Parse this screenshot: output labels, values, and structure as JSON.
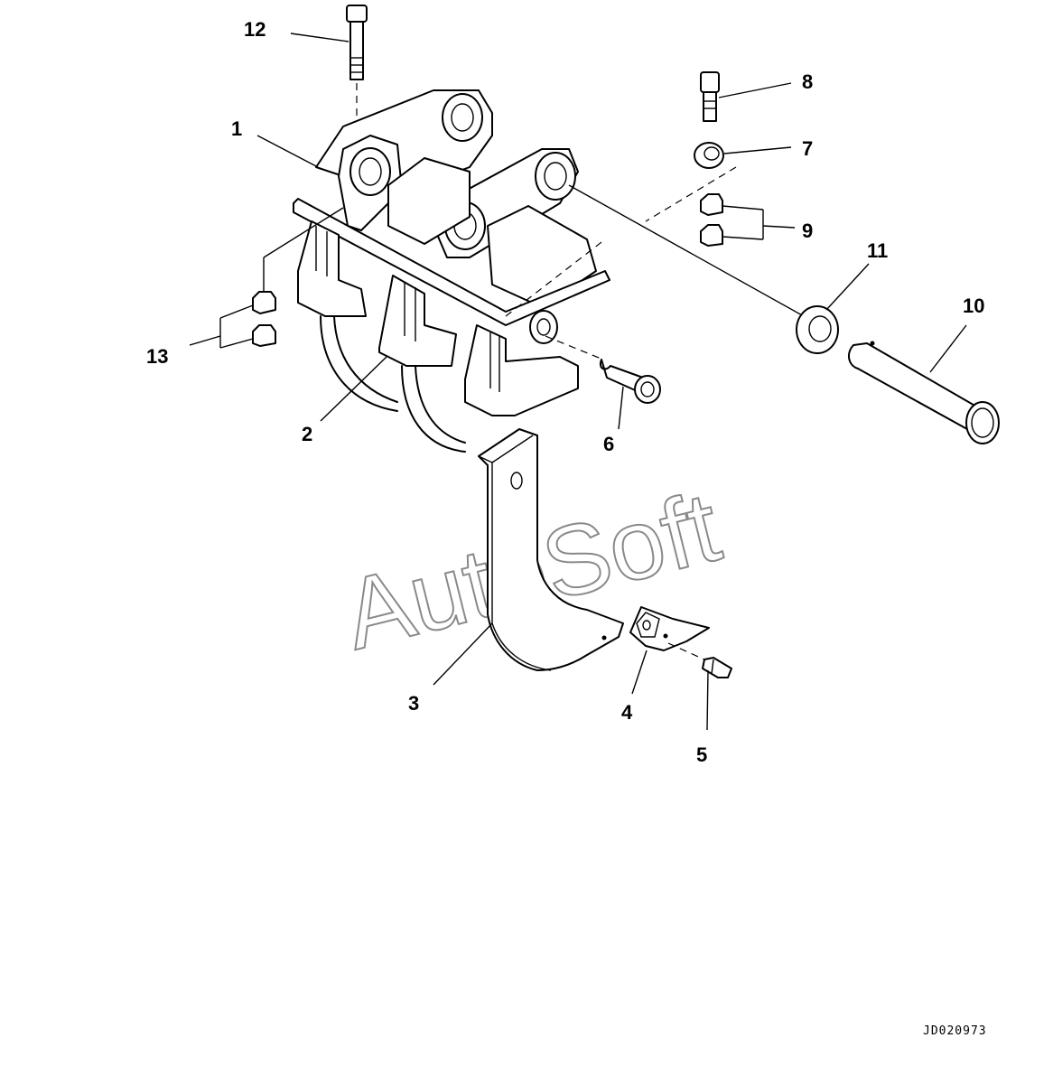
{
  "diagram": {
    "watermark": "AutoSoft",
    "drawing_code": "JD020973",
    "callouts": [
      "1",
      "2",
      "3",
      "4",
      "5",
      "6",
      "7",
      "8",
      "9",
      "10",
      "11",
      "12",
      "13"
    ]
  }
}
